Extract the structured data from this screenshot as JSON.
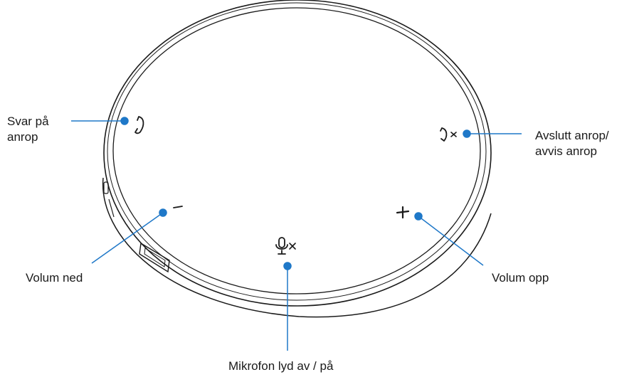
{
  "colors": {
    "callout": "#1f78c8",
    "outline": "#1a1a1a",
    "device_fill": "#ffffff"
  },
  "icons": {
    "answer": "phone-handset-icon",
    "end": "phone-hangup-icon",
    "volume_down": "minus-icon",
    "volume_up": "plus-icon",
    "mute": "microphone-mute-icon",
    "usb_port": "usb-port-icon"
  },
  "labels": {
    "answer_call": [
      "Svar på",
      "anrop"
    ],
    "end_call": [
      "Avslutt anrop/",
      "avvis anrop"
    ],
    "volume_down": [
      "Volum ned"
    ],
    "volume_up": [
      "Volum opp"
    ],
    "mic_mute": [
      "Mikrofon lyd av / på"
    ]
  }
}
